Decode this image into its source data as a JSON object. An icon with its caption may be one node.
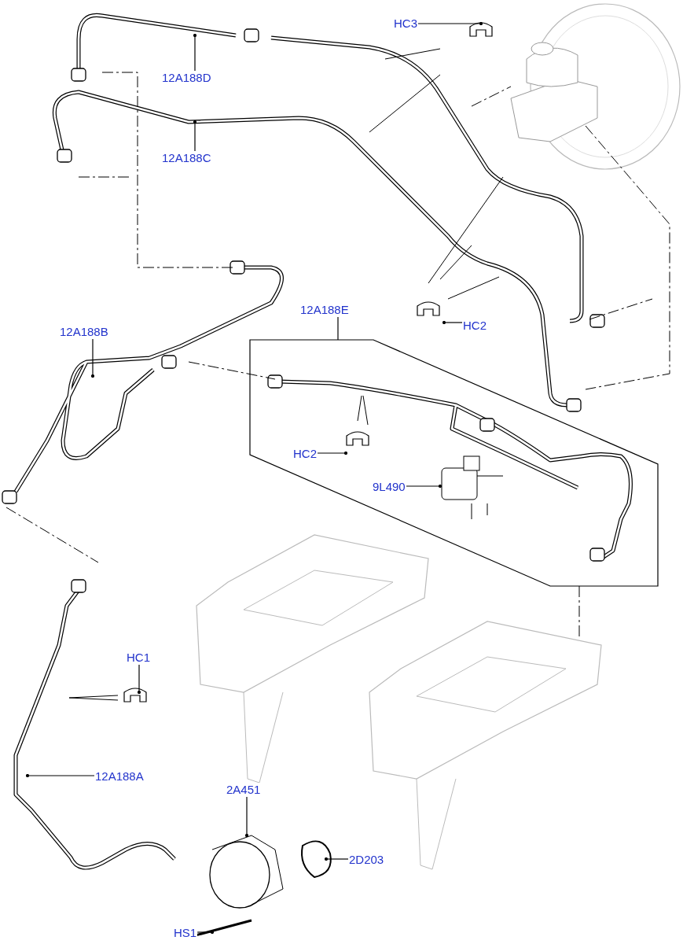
{
  "diagram": {
    "nodes": [
      {
        "text": [
          "12A188D"
        ]
      },
      {
        "text": [
          "12A188C"
        ]
      },
      {
        "text": [
          "HC3"
        ]
      },
      {
        "text": [
          "HC2"
        ]
      },
      {
        "text": [
          "12A188E"
        ]
      },
      {
        "text": [
          "12A188B"
        ]
      },
      {
        "text": [
          "HC2"
        ]
      },
      {
        "text": [
          "9L490"
        ]
      },
      {
        "text": [
          "HC1"
        ]
      },
      {
        "text": [
          "12A188A"
        ]
      },
      {
        "text": [
          "2A451"
        ]
      },
      {
        "text": [
          "2D203"
        ]
      },
      {
        "text": [
          "HS1"
        ]
      }
    ],
    "edges": [
      {
        "from": 0,
        "to": null,
        "arrow": "other"
      },
      {
        "from": 1,
        "to": null,
        "arrow": "other"
      },
      {
        "from": 2,
        "to": null,
        "arrow": "other"
      },
      {
        "from": 3,
        "to": null,
        "arrow": "other"
      },
      {
        "from": 4,
        "to": null,
        "arrow": "none"
      },
      {
        "from": 5,
        "to": null,
        "arrow": "other"
      },
      {
        "from": 6,
        "to": null,
        "arrow": "other"
      },
      {
        "from": 7,
        "to": null,
        "arrow": "other"
      },
      {
        "from": 8,
        "to": null,
        "arrow": "other"
      },
      {
        "from": 9,
        "to": null,
        "arrow": "other"
      },
      {
        "from": 10,
        "to": null,
        "arrow": "other"
      },
      {
        "from": 11,
        "to": null,
        "arrow": "other"
      },
      {
        "from": 12,
        "to": null,
        "arrow": "other"
      }
    ]
  }
}
